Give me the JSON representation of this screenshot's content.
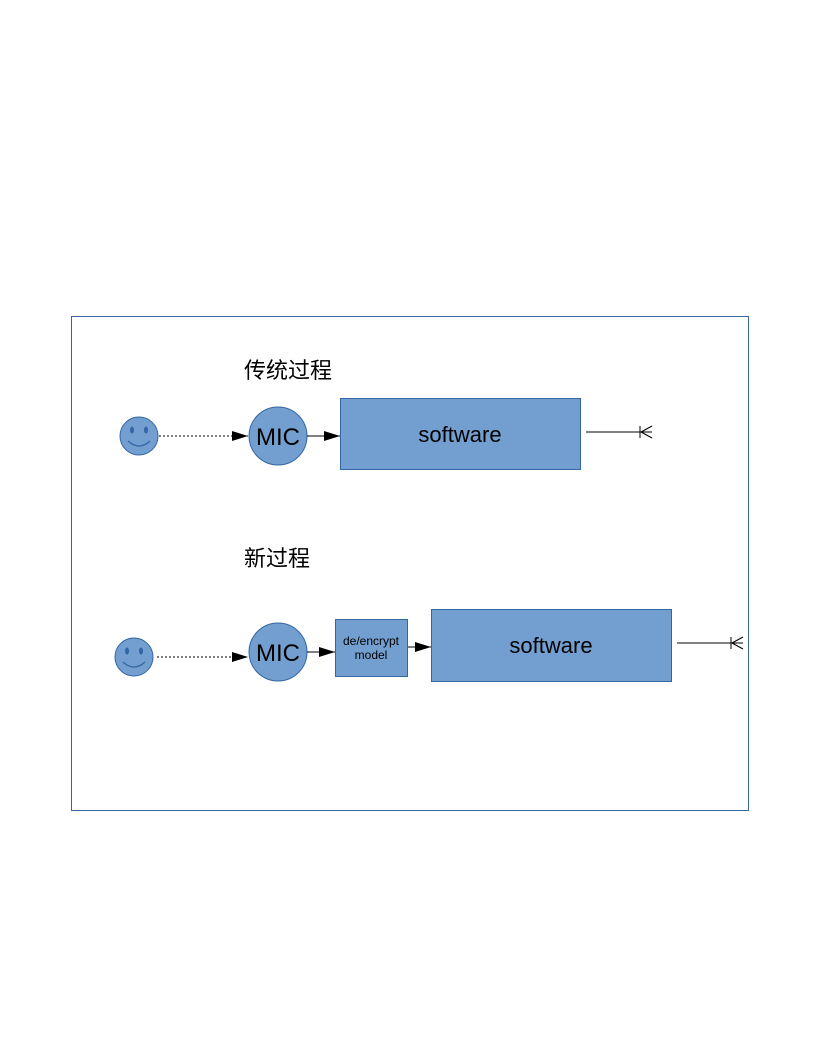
{
  "colors": {
    "shape_fill": "#729fcf",
    "shape_stroke": "#3465a4",
    "frame_stroke": "#3465a4",
    "line": "#000000"
  },
  "traditional": {
    "title": "传统过程",
    "mic_label": "MIC",
    "software_label": "software"
  },
  "new": {
    "title": "新过程",
    "mic_label": "MIC",
    "encrypt_label_line1": "de/encrypt",
    "encrypt_label_line2": "model",
    "software_label": "software"
  },
  "icons": {
    "user": "smiley-icon",
    "output": "crows-foot-connector-icon"
  }
}
